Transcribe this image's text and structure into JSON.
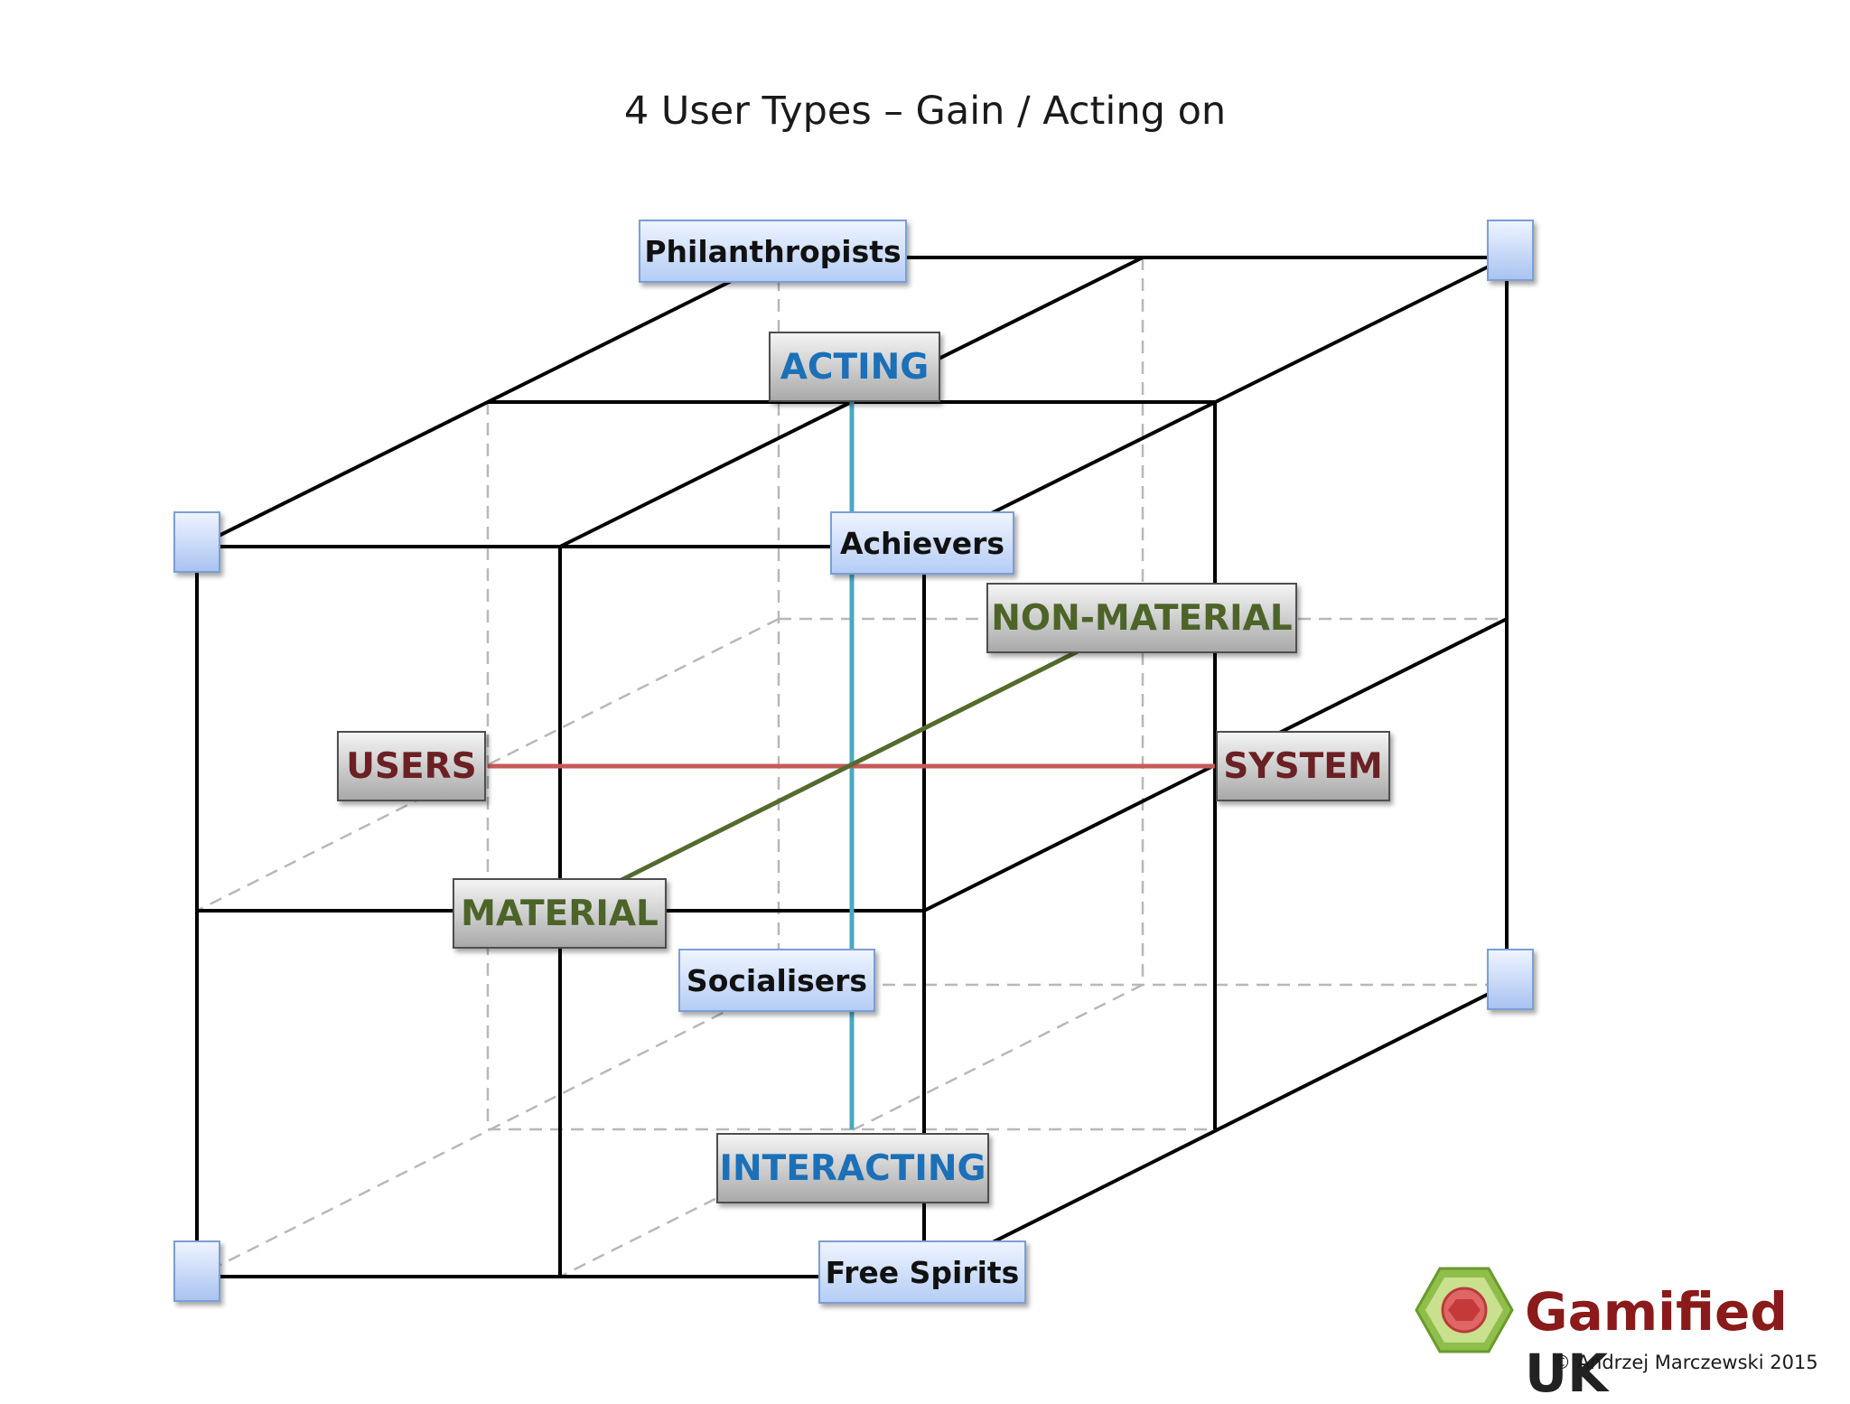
{
  "title": "4 User Types – Gain / Acting on",
  "user_types": {
    "philanthropists": "Philanthropists",
    "achievers": "Achievers",
    "socialisers": "Socialisers",
    "free_spirits": "Free Spirits"
  },
  "axes": {
    "acting": "ACTING",
    "interacting": "INTERACTING",
    "users": "USERS",
    "system": "SYSTEM",
    "material": "MATERIAL",
    "non_material": "NON-MATERIAL"
  },
  "colors": {
    "acting_axis": "#1b70b8",
    "gain_axis": "#4c6428",
    "target_axis": "#6b2124",
    "vertical_line": "#4aa9c2",
    "horizontal_line": "#c65a5a",
    "diagonal_line": "#546b2e"
  },
  "logo": {
    "word": "Gamified",
    "suffix": "UK",
    "icon": "hexagon-gear-icon"
  },
  "copyright": "© Andrzej Marczewski 2015"
}
